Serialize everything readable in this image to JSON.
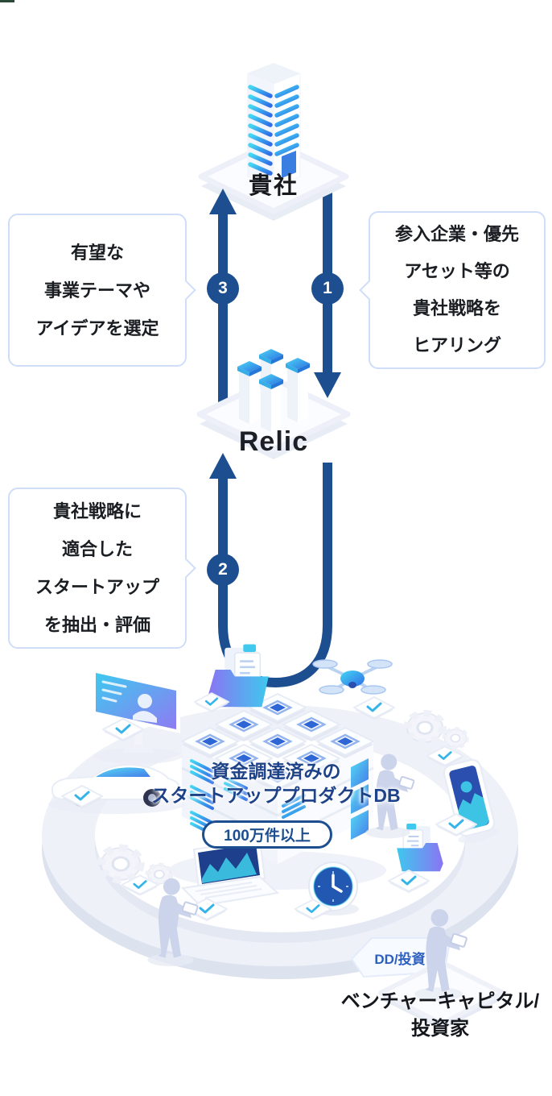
{
  "company": {
    "label": "貴社"
  },
  "relic": {
    "label": "Relic"
  },
  "steps": {
    "s1": {
      "num": "1",
      "l1": "参入企業・優先",
      "l2": "アセット等の",
      "l3": "貴社戦略を",
      "l4": "ヒアリング"
    },
    "s2": {
      "num": "2",
      "l1": "貴社戦略に",
      "l2": "適合した",
      "l3": "スタートアップ",
      "l4": "を抽出・評価"
    },
    "s3": {
      "num": "3",
      "l1": "有望な",
      "l2": "事業テーマや",
      "l3": "アイデアを選定"
    }
  },
  "database": {
    "l1": "資金調達済みの",
    "l2": "スタートアッププロダクトDB",
    "badge": "100万件以上"
  },
  "vc": {
    "tag": "DD/投資",
    "l1": "ベンチャーキャピタル/",
    "l2": "投資家"
  },
  "colors": {
    "flow_navy": "#1d4e8f",
    "callout_border": "#cfddf9",
    "db_text_navy": "#1e4288",
    "tag_blue": "#2d5fc1",
    "accent_cyan": "#3fd0ea",
    "accent_purple": "#8e7bf2",
    "text_dark": "#15181d"
  },
  "illustration_items": [
    "company-tower",
    "relic-pillars",
    "server-database-cube",
    "ring-platform",
    "monitor",
    "car",
    "folder",
    "drone",
    "gears",
    "smartphone",
    "clock",
    "laptop",
    "person-figures",
    "check-tiles"
  ]
}
